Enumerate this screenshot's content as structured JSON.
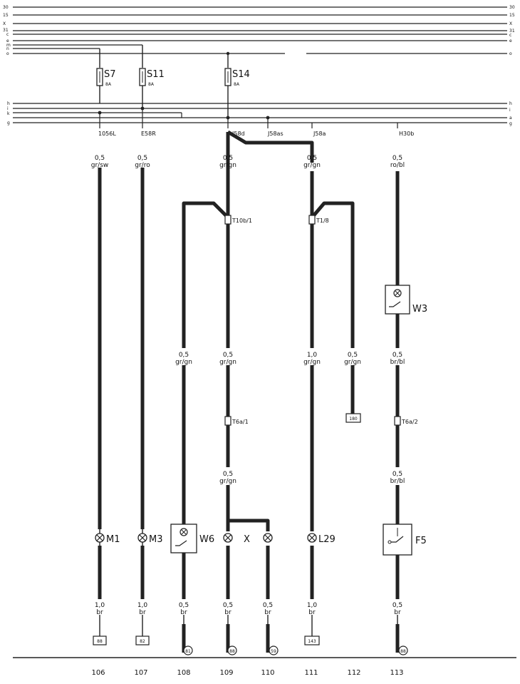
{
  "busbars": [
    {
      "left": "30",
      "right": "30"
    },
    {
      "left": "15",
      "right": "15"
    },
    {
      "left": "X",
      "right": "X"
    },
    {
      "left": "31",
      "right": "31"
    },
    {
      "left": "c",
      "right": "c"
    },
    {
      "left": "e",
      "right": "e"
    },
    {
      "left": "m",
      "right": ""
    },
    {
      "left": "n",
      "right": ""
    },
    {
      "left": "o",
      "right": "o"
    }
  ],
  "mid_bus": [
    {
      "left": "h",
      "right": "h"
    },
    {
      "left": "i",
      "right": "i"
    },
    {
      "left": "k",
      "right": "a"
    },
    {
      "left": "g",
      "right": "g"
    }
  ],
  "fuses": [
    {
      "name": "S7",
      "sub": "7",
      "rating": "8A"
    },
    {
      "name": "S11",
      "sub": "11",
      "rating": "8A"
    },
    {
      "name": "S14",
      "sub": "14",
      "rating": "8A"
    }
  ],
  "terminals": [
    "1056L",
    "E58R",
    "J58d",
    "J58as",
    "J58a",
    "H30b"
  ],
  "wires": {
    "c106_top": [
      "0,5",
      "gr/sw"
    ],
    "c107_top": [
      "0,5",
      "gr/ro"
    ],
    "c109_top": [
      "0,5",
      "gr/gn"
    ],
    "c111_top": [
      "0,5",
      "gr/gn"
    ],
    "c113_top": [
      "0,5",
      "ro/bl"
    ],
    "c108_mid": [
      "0,5",
      "gr/gn"
    ],
    "c109_mid": [
      "0,5",
      "gr/gn"
    ],
    "c111_mid": [
      "1,0",
      "gr/gn"
    ],
    "c112_mid": [
      "0,5",
      "gr/gn"
    ],
    "c113_mid": [
      "0,5",
      "br/bl"
    ],
    "c109_low": [
      "0,5",
      "gr/gn"
    ],
    "c113_low": [
      "0,5",
      "br/bl"
    ],
    "c106_bot": [
      "1,0",
      "br"
    ],
    "c107_bot": [
      "1,0",
      "br"
    ],
    "c108_bot": [
      "0,5",
      "br"
    ],
    "c109_bot": [
      "0,5",
      "br"
    ],
    "c110_bot": [
      "0,5",
      "br"
    ],
    "c111_bot": [
      "1,0",
      "br"
    ],
    "c113_bot": [
      "0,5",
      "br"
    ]
  },
  "connectors": [
    "T10b/1",
    "T1/8",
    "T6a/1",
    "T6a/2"
  ],
  "components": {
    "m1": "M1",
    "m3": "M3",
    "w6": "W6",
    "x": "X",
    "l29": "L29",
    "w3": "W3",
    "f5": "F5"
  },
  "ground_points": [
    "88",
    "82",
    "81",
    "88",
    "59",
    "143",
    "88"
  ],
  "ref_box_112": "180",
  "column_numbers": [
    "106",
    "107",
    "108",
    "109",
    "110",
    "111",
    "112",
    "113"
  ]
}
